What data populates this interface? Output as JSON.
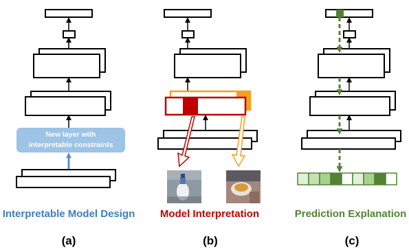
{
  "panels": [
    {
      "caption": "Interpretable Model Design",
      "label": "(a)",
      "new_layer_line1": "New layer with",
      "new_layer_line2": "interpretable constraints"
    },
    {
      "caption": "Model Interpretation",
      "label": "(b)"
    },
    {
      "caption": "Prediction Explanation",
      "label": "(c)"
    }
  ],
  "colors": {
    "blue": "#3d7ebf",
    "light_blue": "#9dc3e6",
    "red": "#c00000",
    "orange": "#f4a11d",
    "green": "#548235",
    "light_green": "#c5e0b4",
    "mid_green": "#a9d18e"
  },
  "images": [
    "bottle-photo",
    "food-bowl-photo"
  ]
}
